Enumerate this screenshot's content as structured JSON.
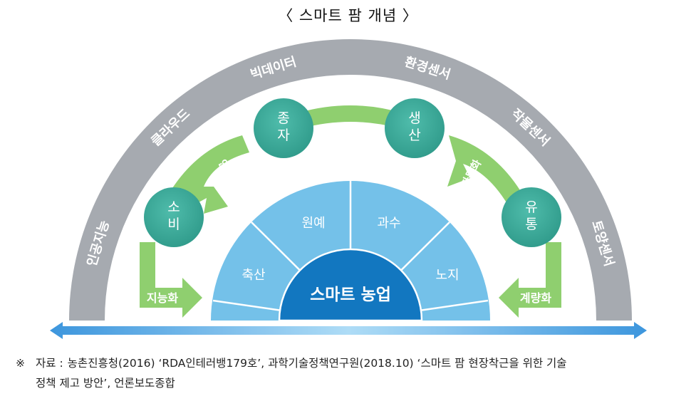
{
  "title": "〈 스마트 팜 개념 〉",
  "outer_arc_labels": [
    "인공지능",
    "클라우드",
    "빅데이터",
    "환경센서",
    "작물센서",
    "토양센서"
  ],
  "cycle_nodes": {
    "seed": "종\n자",
    "produce": "생\n산",
    "distribute": "유\n통",
    "consume": "소\n비"
  },
  "arrow_labels": {
    "intelligent": "지능화",
    "linked": "연계화",
    "automated": "자동화",
    "quantified": "계량화"
  },
  "sectors": [
    "축산",
    "원예",
    "과수",
    "노지"
  ],
  "center_label": "스마트 농업",
  "source": {
    "mark": "※",
    "label": "자료 :",
    "line1": "농촌진흥청(2016) ‘RDA인테러뱅179호’, 과학기술정책연구원(2018.10) ‘스마트 팜 현장착근을 위한 기술",
    "line2": "정책 제고 방안’, 언론보도종합"
  },
  "colors": {
    "outer_arc": "#a6aab0",
    "green_band": "#8fcf6f",
    "teal_node": "#3aa99a",
    "light_blue": "#74c1e9",
    "core_blue": "#1277c0",
    "base_arrow": "#4a9fe0"
  }
}
